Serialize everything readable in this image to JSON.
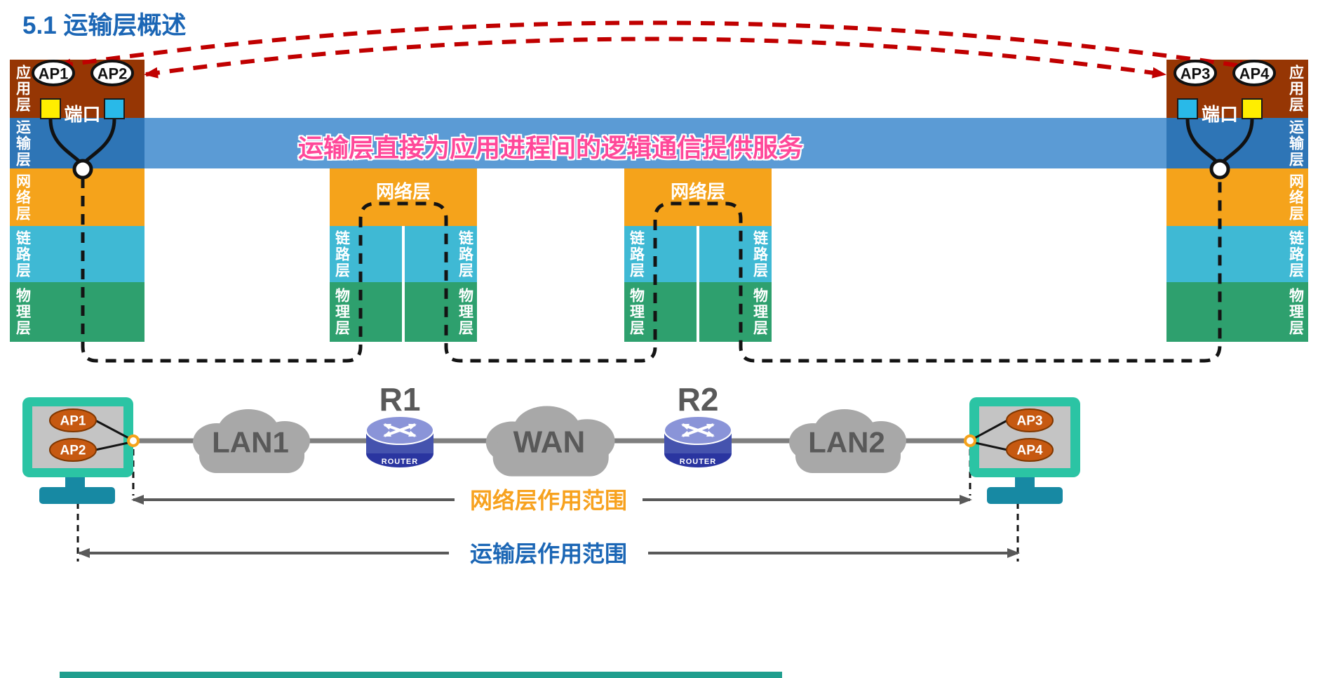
{
  "title": "5.1 运输层概述",
  "banner": {
    "text": "运输层直接为应用进程间的逻辑通信提供服务"
  },
  "layers": {
    "application": "应用层",
    "transport": "运输层",
    "network": "网络层",
    "link": "链路层",
    "physical": "物理层"
  },
  "ports": {
    "label": "端口"
  },
  "aps": {
    "ap1": "AP1",
    "ap2": "AP2",
    "ap3": "AP3",
    "ap4": "AP4"
  },
  "bottom": {
    "routers": {
      "r1": "R1",
      "r2": "R2",
      "badge": "ROUTER"
    },
    "networks": {
      "lan1": "LAN1",
      "wan": "WAN",
      "lan2": "LAN2"
    },
    "scopes": {
      "network": "网络层作用范围",
      "transport": "运输层作用范围"
    }
  },
  "colors": {
    "application": "#963604",
    "transport": "#2E75B6",
    "transport_band": "#5B9BD5",
    "network": "#F5A31B",
    "link": "#3FB9D4",
    "physical": "#2EA06E",
    "banner_text": "#FF4899",
    "logical_arrow": "#C00000",
    "network_scope_text": "#F7A21F",
    "transport_scope_text": "#1B66B5",
    "title_text": "#1B66B5"
  }
}
